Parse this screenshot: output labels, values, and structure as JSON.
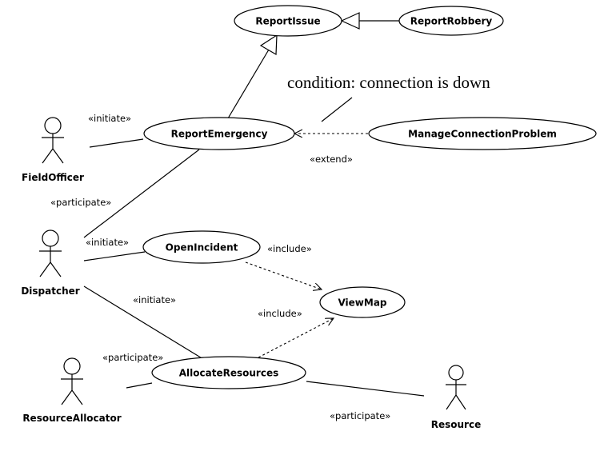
{
  "actors": {
    "field_officer": "FieldOfficer",
    "dispatcher": "Dispatcher",
    "resource_allocator": "ResourceAllocator",
    "resource": "Resource"
  },
  "use_cases": {
    "report_issue": "ReportIssue",
    "report_robbery": "ReportRobbery",
    "report_emergency": "ReportEmergency",
    "manage_connection_problem": "ManageConnectionProblem",
    "open_incident": "OpenIncident",
    "view_map": "ViewMap",
    "allocate_resources": "AllocateResources"
  },
  "stereotypes": {
    "fo_initiate": "«initiate»",
    "disp_participate_emergency": "«participate»",
    "disp_initiate_open": "«initiate»",
    "disp_initiate_allocate": "«initiate»",
    "extend": "«extend»",
    "include_open": "«include»",
    "include_allocate": "«include»",
    "ra_participate": "«participate»",
    "resource_participate": "«participate»"
  },
  "note": "condition: connection is down"
}
